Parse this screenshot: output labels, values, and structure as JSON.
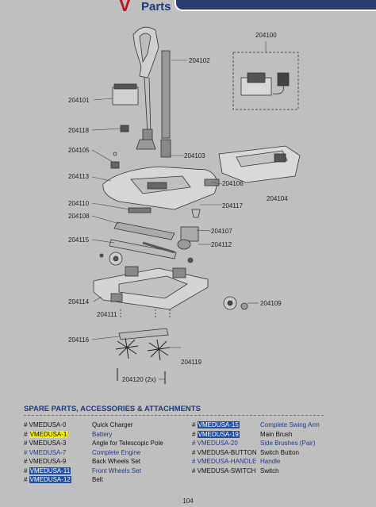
{
  "header": {
    "letter": "V",
    "title": "Parts"
  },
  "labels": {
    "l204100": "204100",
    "l204102": "204102",
    "l204101": "204101",
    "l204118": "204118",
    "l204105": "204105",
    "l204103": "204103",
    "l204113": "204113",
    "l204106": "204106",
    "l204104": "204104",
    "l204110": "204110",
    "l204117": "204117",
    "l204108": "204108",
    "l204107": "204107",
    "l204115": "204115",
    "l204112": "204112",
    "l204114": "204114",
    "l204109": "204109",
    "l204111": "204111",
    "l204116": "204116",
    "l204119": "204119",
    "l204120": "204120 (2x)"
  },
  "section_title": "SPARE PARTS, ACCESSORIES & ATTACHMENTS",
  "parts_left": [
    {
      "code": "# VMEDUSA-0",
      "desc": "Quick Charger"
    },
    {
      "code": "# VMEDUSA-1",
      "desc": "Battery"
    },
    {
      "code": "# VMEDUSA-3",
      "desc": "Angle for Telescopic Pole"
    },
    {
      "code": "# VMEDUSA-7",
      "desc": "Complete Engine"
    },
    {
      "code": "# VMEDUSA-9",
      "desc": "Back Wheels Set"
    },
    {
      "code": "# VMEDUSA-11",
      "desc": "Front Wheels Set"
    },
    {
      "code": "# VMEDUSA-12",
      "desc": "Belt"
    }
  ],
  "parts_right": [
    {
      "code": "# VMEDUSA-15",
      "desc": "Complete Swing Arm"
    },
    {
      "code": "# VMEDUSA-19",
      "desc": "Main Brush"
    },
    {
      "code": "# VMEDUSA-20",
      "desc": "Side Brushes (Pair)"
    },
    {
      "code": "# VMEDUSA-BUTTON",
      "desc": "Switch Button"
    },
    {
      "code": "# VMEDUSA-HANDLE",
      "desc": "Handle"
    },
    {
      "code": "# VMEDUSA-SWITCH",
      "desc": "Switch"
    }
  ],
  "page_number": "104"
}
